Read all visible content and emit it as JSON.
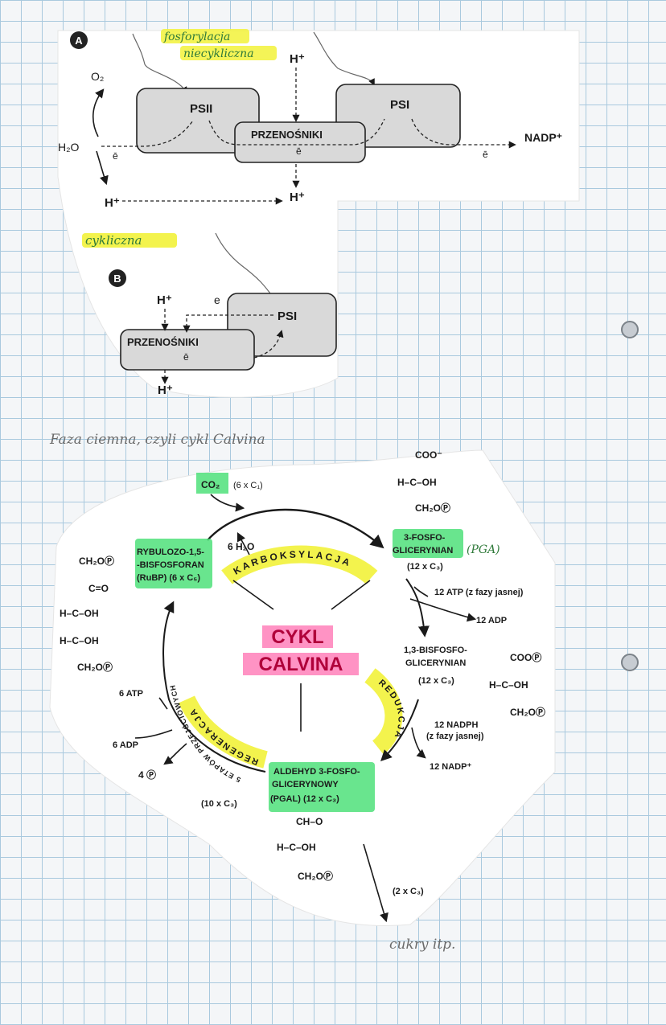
{
  "section_a": {
    "marker": "A",
    "note_line1": "fosforylacja",
    "note_line2": "niecykliczna",
    "o2": "O₂",
    "h2o": "H₂O",
    "e": "ē",
    "ps2": "PSII",
    "ps1": "PSI",
    "carriers": "PRZENOŚNIKI",
    "h_plus": "H⁺",
    "nadp": "NADP⁺"
  },
  "section_b": {
    "note": "cykliczna",
    "marker": "B",
    "h_plus": "H⁺",
    "e": "e",
    "e_bar": "ē",
    "ps1": "PSI",
    "carriers": "PRZENOŚNIKI"
  },
  "heading": "Faza ciemna, czyli cykl Calvina",
  "calvin": {
    "title_line1": "CYKL",
    "title_line2": "CALVINA",
    "co2": "CO₂",
    "co2_count": "(6 x C₁)",
    "h2o": "6 H₂O",
    "carboxylation": "KARBOKSYLACJA",
    "reduction": "REDUKCJA",
    "regeneration": "REGENERACJA",
    "stages": "5 ETAPÓW PRZEJŚCIOWYCH",
    "rubp_line1": "RYBULOZO-1,5-",
    "rubp_line2": "-BISFOSFORAN",
    "rubp_line3": "(RuBP) (6 x C₅)",
    "pga_line1": "3-FOSFO-",
    "pga_line2": "GLICERYNIAN",
    "pga_note": "(PGA)",
    "pga_count": "(12 x C₃)",
    "bpg_line1": "1,3-BISFOSFO-",
    "bpg_line2": "GLICERYNIAN",
    "bpg_count": "(12 x C₃)",
    "atp_in": "12 ATP (z fazy jasnej)",
    "adp_out": "12 ADP",
    "nadph_line1": "12 NADPH",
    "nadph_line2": "(z fazy jasnej)",
    "nadp_out": "12 NADP⁺",
    "gap_line1": "ALDEHYD 3-FOSFO-",
    "gap_line2": "GLICERYNOWY",
    "gap_line3": "(PGAL) (12 x C₃)",
    "ten_c3": "(10 x C₃)",
    "two_c3": "(2 x C₃)",
    "atp6": "6 ATP",
    "adp6": "6 ADP",
    "p4": "4 Ⓟ",
    "sugars": "cukry itp."
  },
  "formulas": {
    "pga_top": [
      "COO⁻",
      "H–C–OH",
      "CH₂OⓅ"
    ],
    "rubp_left": [
      "CH₂OⓅ",
      "C=O",
      "H–C–OH",
      "H–C–OH",
      "CH₂OⓅ"
    ],
    "bpg_right": [
      "COOⓅ",
      "H–C–OH",
      "CH₂OⓅ"
    ],
    "gap_bottom": [
      "CH–O",
      "H–C–OH",
      "CH₂OⓅ"
    ]
  }
}
